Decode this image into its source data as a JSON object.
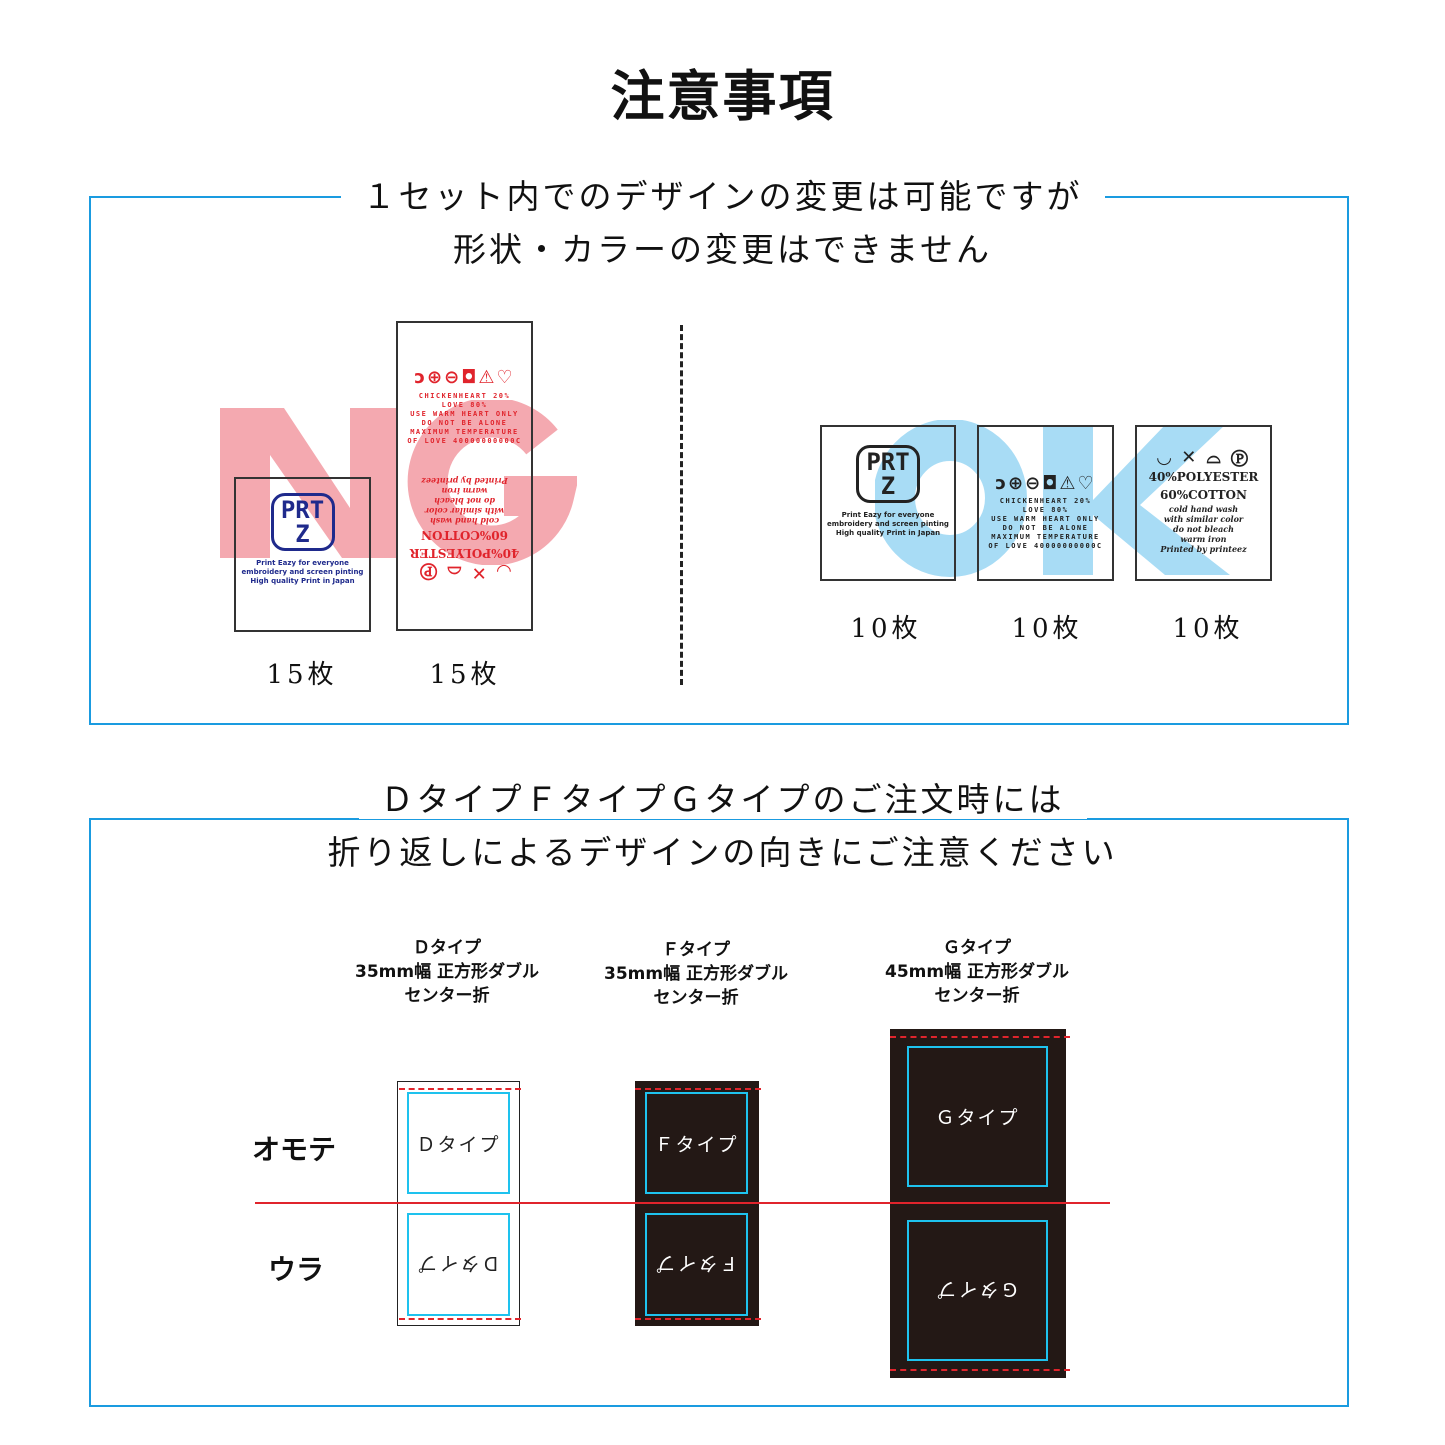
{
  "title": "注意事項",
  "section1": {
    "heading_line1": "１セット内でのデザインの変更は可能ですが",
    "heading_line2": "形状・カラーの変更はできません",
    "ng_mark": "NG",
    "ok_mark": "OK",
    "logo": "PRTZ",
    "logo_lines": [
      "Print Eazy for everyone",
      "embroidery and screen pinting",
      "High quality Print in Japan"
    ],
    "care_symbols": "ↄ⊕⊖◘⚠♡",
    "care_mono": [
      "CHICKENHEART 20%",
      "LOVE 80%",
      "USE WARM HEART ONLY",
      "DO NOT BE ALONE",
      "MAXIMUM TEMPERATURE",
      "OF LOVE 40000000000C"
    ],
    "wash_symbols": "◡ ✕ ⌓ Ⓟ",
    "fabric": [
      "40%POLYESTER",
      "60%COTTON"
    ],
    "care_text": [
      "cold hand wash",
      "with similar color",
      "do not bleach",
      "warm iron",
      "Printed by printeez"
    ],
    "ng_quantities": [
      "15枚",
      "15枚"
    ],
    "ok_quantities": [
      "10枚",
      "10枚",
      "10枚"
    ]
  },
  "section2": {
    "heading_line1": "ＤタイプＦタイプＧタイプのご注文時には",
    "heading_line2": "折り返しによるデザインの向きにご注意ください",
    "front_label": "オモテ",
    "back_label": "ウラ",
    "types": [
      {
        "name": "Ｄタイプ",
        "lines": [
          "35mm幅 正方形ダブル",
          "センター折"
        ],
        "inner": "Ｄタイプ"
      },
      {
        "name": "Ｆタイプ",
        "lines": [
          "35mm幅 正方形ダブル",
          "センター折"
        ],
        "inner": "Ｆタイプ"
      },
      {
        "name": "Ｇタイプ",
        "lines": [
          "45mm幅 正方形ダブル",
          "センター折"
        ],
        "inner": "Ｇタイプ"
      }
    ]
  },
  "colors": {
    "frame": "#1a9be0",
    "ng": "#f4a9b0",
    "ok": "#a8dcf5",
    "red": "#e0242c",
    "navy": "#1f2a8c",
    "dark": "#231815",
    "cyan": "#1ec2ee"
  }
}
